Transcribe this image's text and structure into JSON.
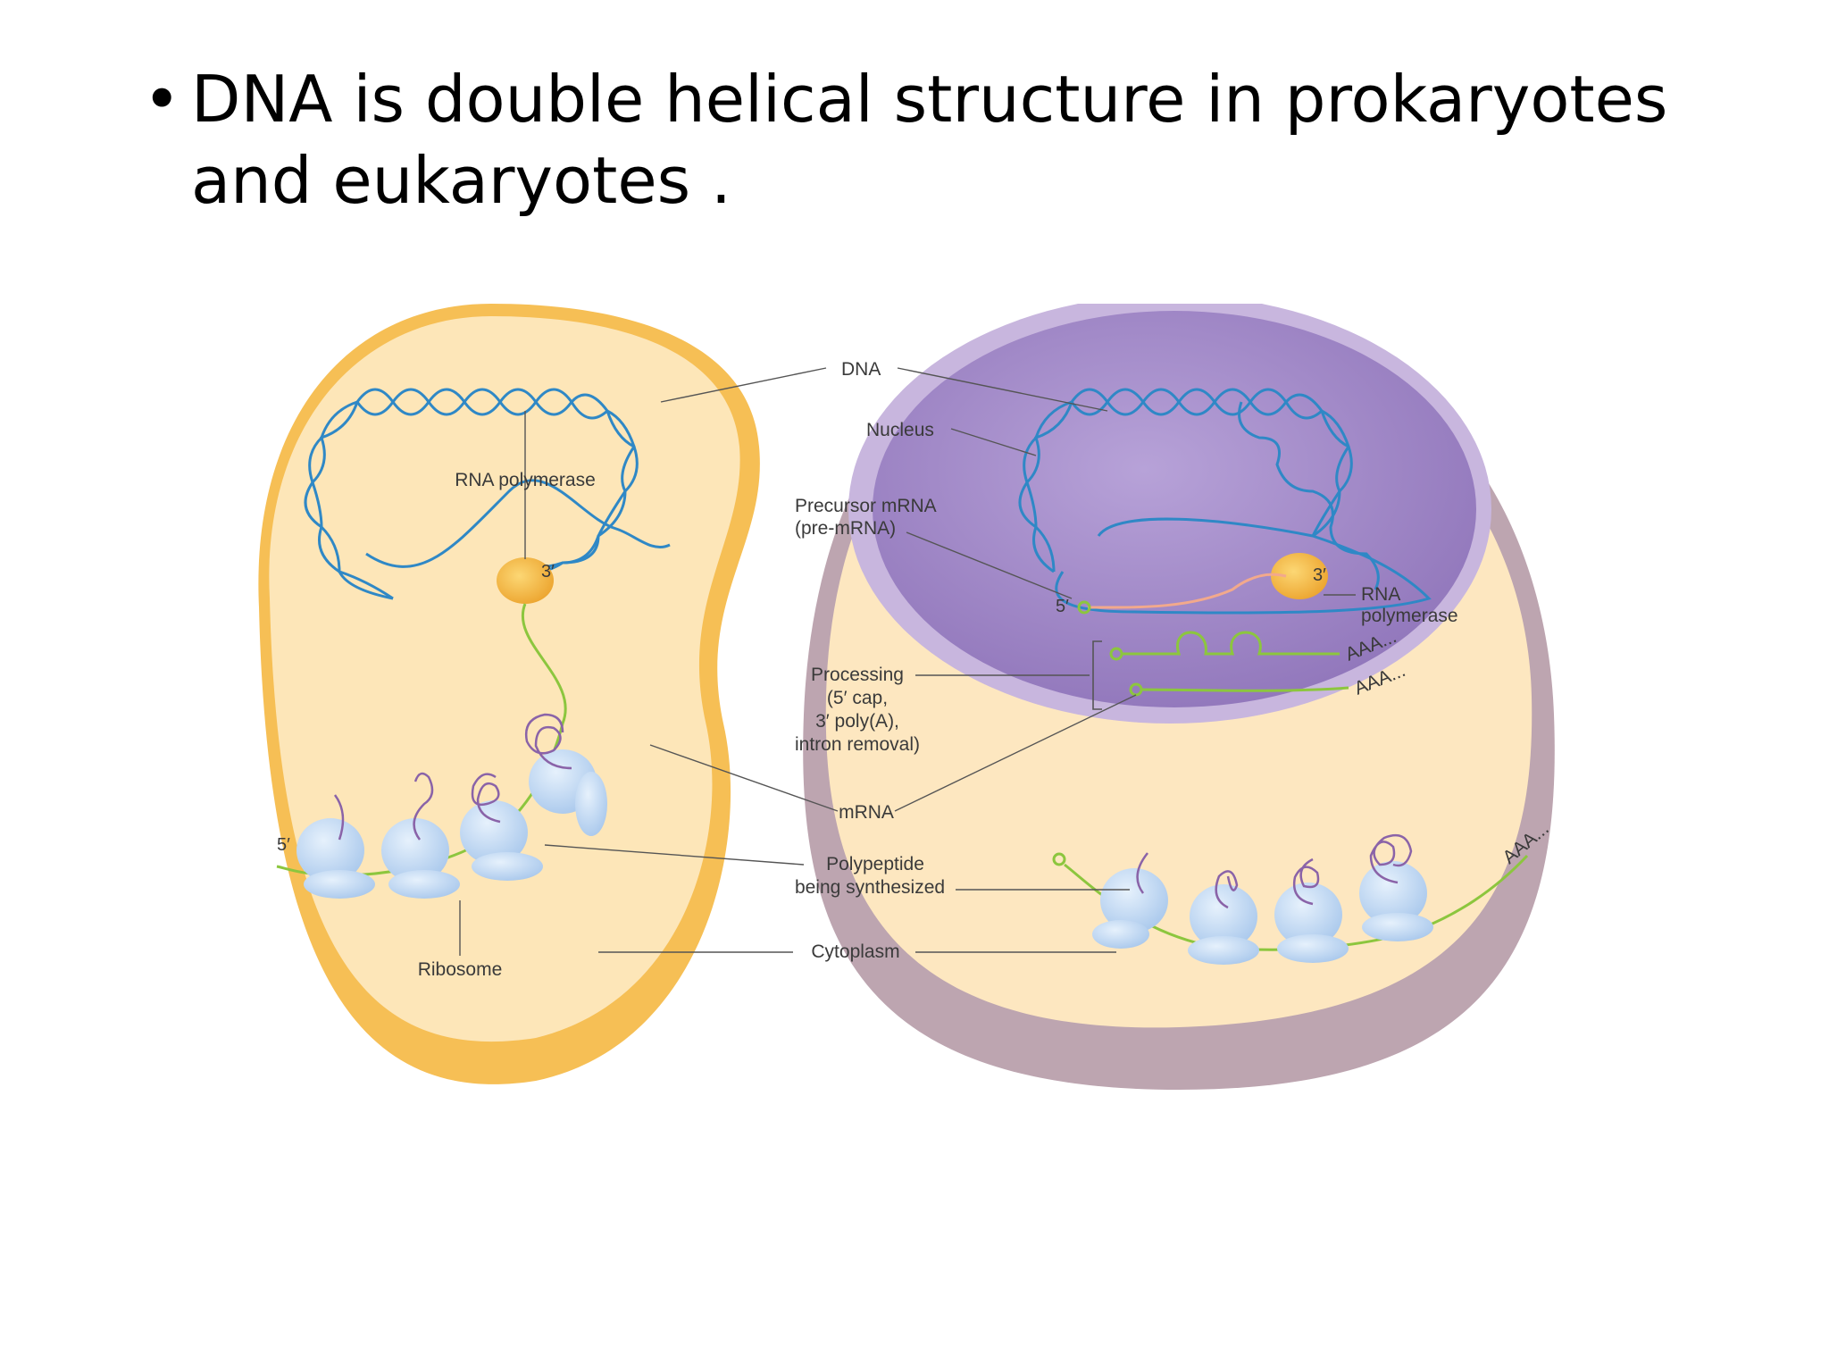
{
  "slide": {
    "bullet_glyph": "•",
    "text": "DNA is double helical structure in prokaryotes and eukaryotes ."
  },
  "diagram": {
    "labels": {
      "dna": "DNA",
      "nucleus": "Nucleus",
      "rna_polymerase_left": "RNA polymerase",
      "precursor_mrna_line1": "Precursor mRNA",
      "precursor_mrna_line2": "(pre-mRNA)",
      "rna_polymerase_right_line1": "RNA",
      "rna_polymerase_right_line2": "polymerase",
      "processing_line1": "Processing",
      "processing_line2": "(5′ cap,",
      "processing_line3": "3′ poly(A),",
      "processing_line4": "intron removal)",
      "mrna": "mRNA",
      "polypeptide_line1": "Polypeptide",
      "polypeptide_line2": "being synthesized",
      "ribosome": "Ribosome",
      "cytoplasm": "Cytoplasm",
      "five_prime_left": "5′",
      "three_prime_left": "3′",
      "five_prime_right": "5′",
      "three_prime_right": "3′",
      "poly_a_1": "AAA...",
      "poly_a_2": "AAA...",
      "poly_a_3": "AAA..."
    },
    "colors": {
      "prokaryote_cell": "#fde6b8",
      "prokaryote_rim": "#f6bf55",
      "eukaryote_cell": "#fde7c0",
      "eukaryote_rim": "#bda5b0",
      "nucleus": "#9e86c6",
      "dna": "#2f88c6",
      "mrna": "#8cc63e",
      "ribosome": "#b8d4f0",
      "polypeptide": "#8a63a8",
      "polymerase": "#f4b43c"
    }
  }
}
